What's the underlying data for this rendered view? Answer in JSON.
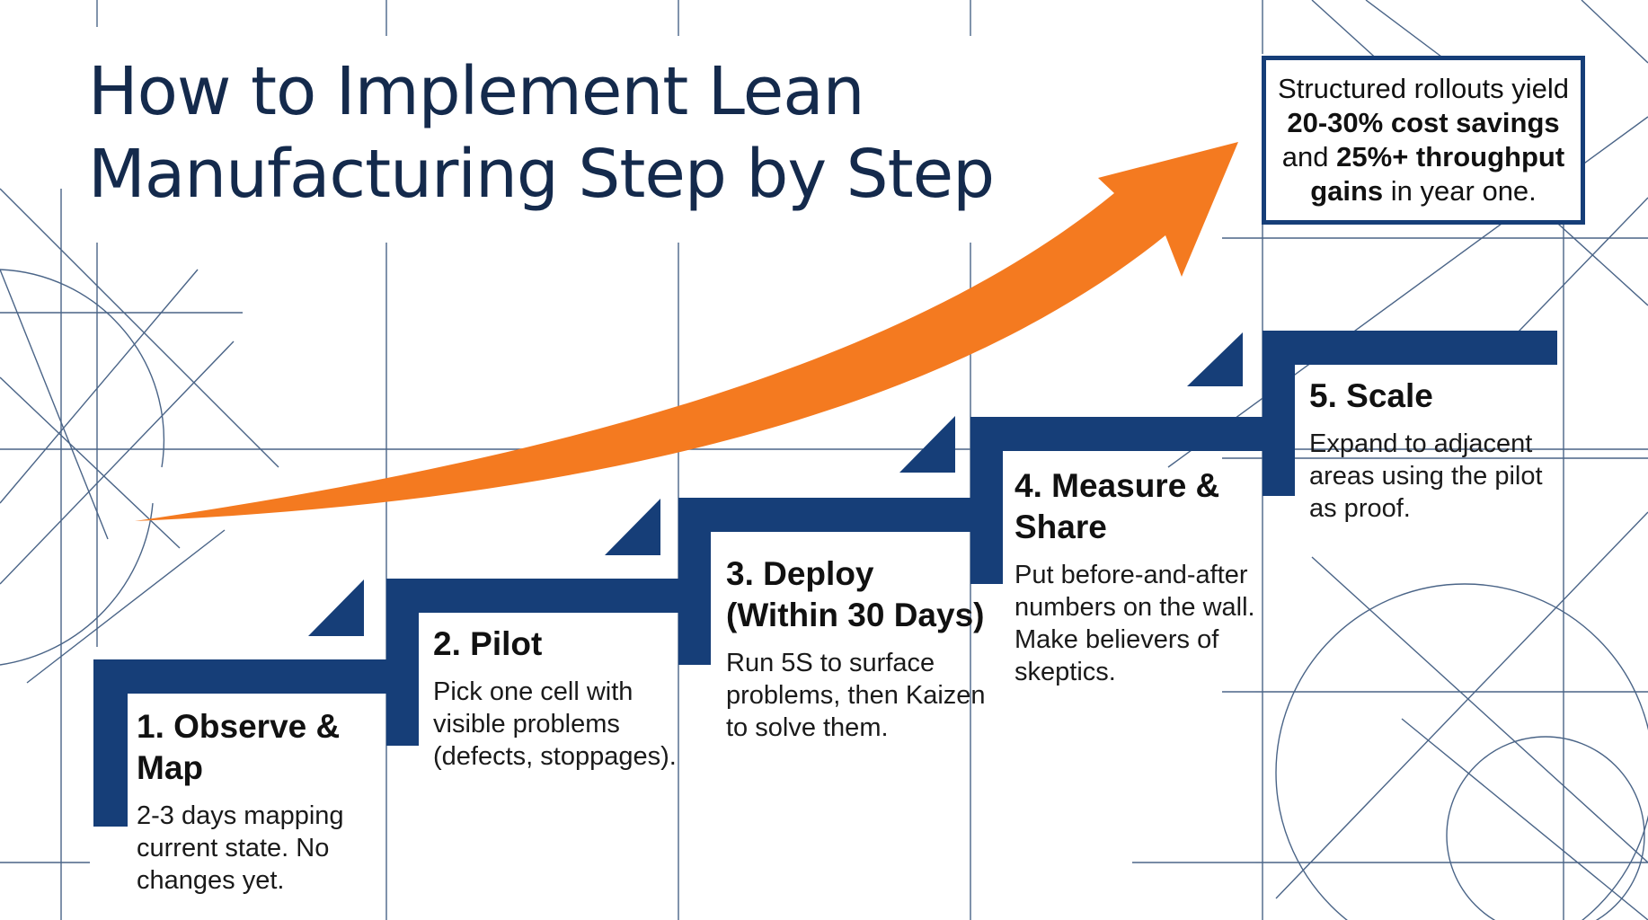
{
  "title": {
    "line1": "How to Implement Lean",
    "line2": "Manufacturing Step by Step"
  },
  "callout": {
    "line1": "Structured rollouts yield",
    "bold1": "20-30% cost savings",
    "and": "and",
    "bold2": "25%+ throughput",
    "bold3": "gains",
    "tail": "in year one."
  },
  "steps": [
    {
      "title": "1. Observe & Map",
      "desc": "2-3 days mapping current state. No changes yet."
    },
    {
      "title": "2. Pilot",
      "desc": "Pick one cell with visible problems (defects, stoppages)."
    },
    {
      "title": "3. Deploy (Within 30 Days)",
      "desc": "Run 5S to surface problems, then Kaizen to solve them."
    },
    {
      "title": "4. Measure & Share",
      "desc": "Put before-and-after numbers on the wall. Make believers of skeptics."
    },
    {
      "title": "5. Scale",
      "desc": "Expand to adjacent areas using the pilot as proof."
    }
  ],
  "colors": {
    "navy": "#163e78",
    "orange": "#f47a20",
    "grid": "#2b4a73",
    "title": "#142a4c"
  }
}
